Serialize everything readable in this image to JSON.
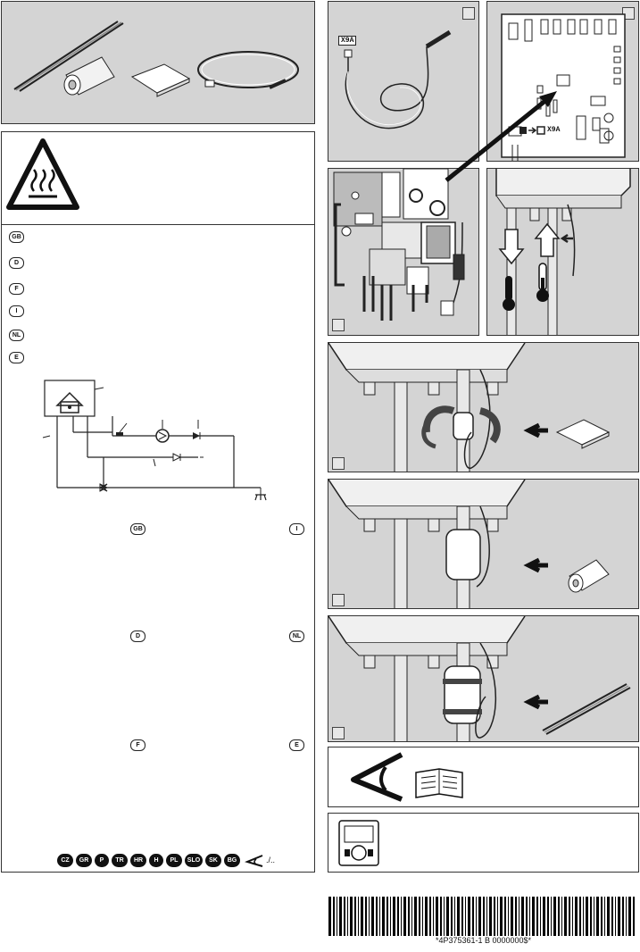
{
  "language_badges": [
    "GB",
    "D",
    "F",
    "I",
    "NL",
    "E"
  ],
  "section_badges": {
    "gb": "GB",
    "i": "I",
    "d": "D",
    "nl": "NL",
    "f": "F",
    "e": "E"
  },
  "country_codes": [
    "CZ",
    "GR",
    "P",
    "TR",
    "HR",
    "H",
    "PL",
    "SLO",
    "SK",
    "BG"
  ],
  "continued_mark": "./..",
  "connector_label": "X9A",
  "pcb_label": "X9A",
  "barcode_text": "*4P375361-1 B  0000000$*",
  "icons": [
    "cable-tie-icon",
    "insulation-tube-icon",
    "tape-icon",
    "thermistor-cable-icon",
    "hot-surface-warning-icon",
    "eye-icon",
    "manual-book-icon",
    "user-interface-icon",
    "house-icon",
    "pump-icon",
    "valve-icon",
    "shower-icon",
    "thermometer-icon"
  ],
  "colors": {
    "panel_gray": "#d4d4d4",
    "line": "#222222",
    "arrow": "#111111"
  }
}
